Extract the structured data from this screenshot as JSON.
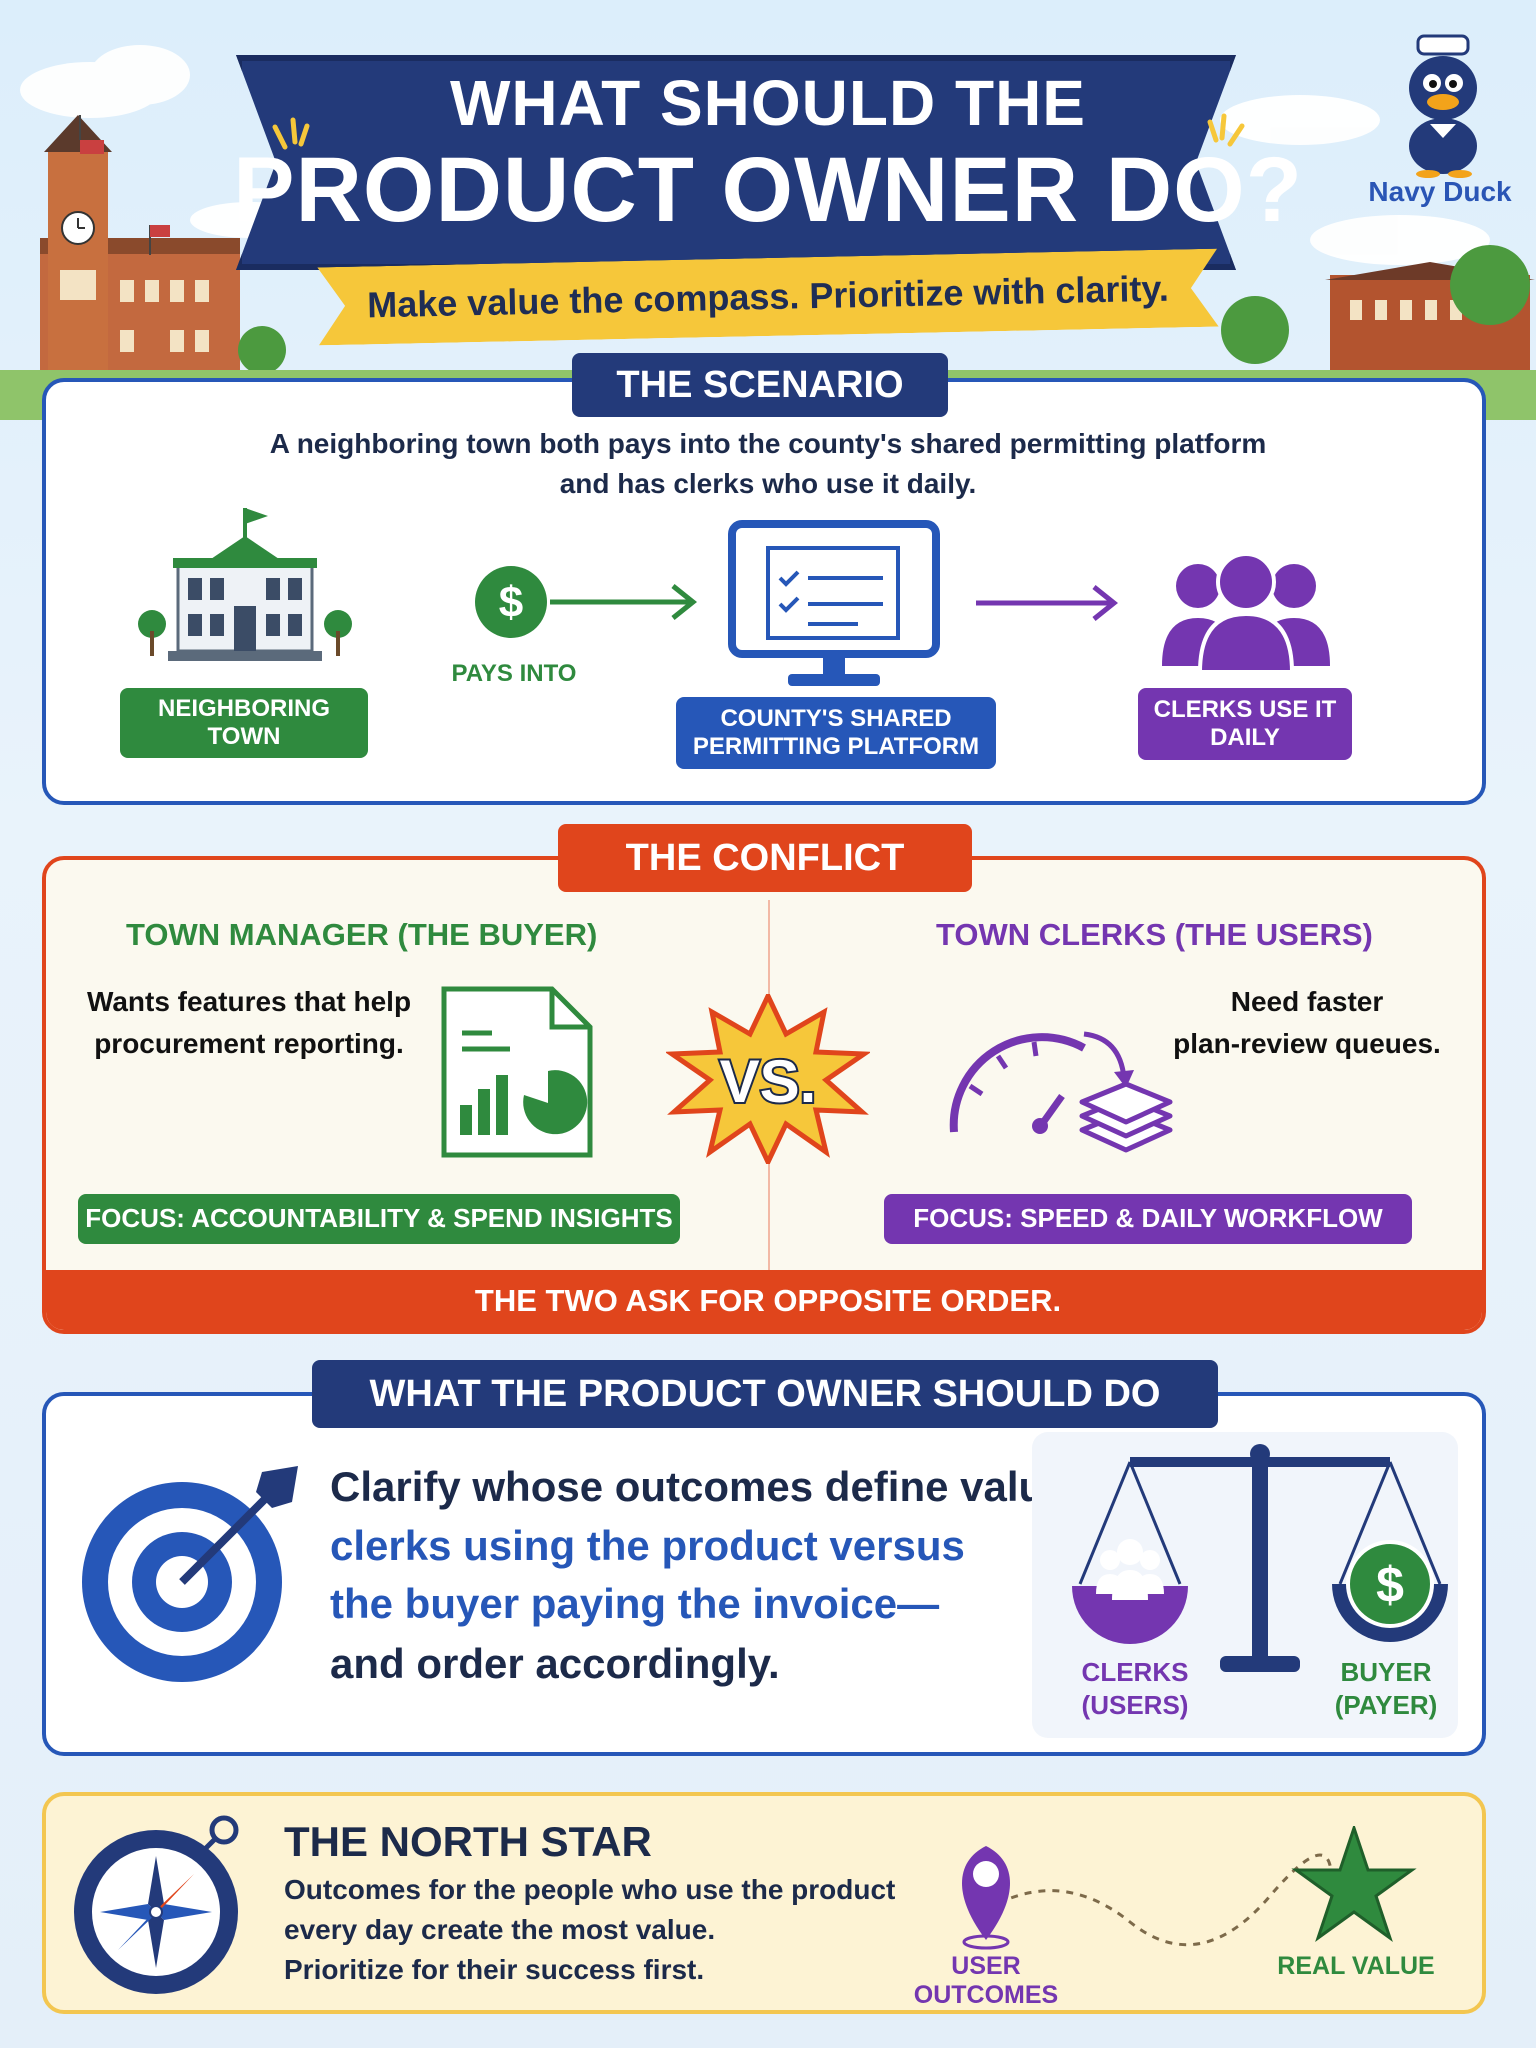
{
  "header": {
    "title_line1": "WHAT SHOULD THE",
    "title_line2": "PRODUCT OWNER DO?",
    "subtitle": "Make value the compass. Prioritize with clarity.",
    "brand": "Navy Duck"
  },
  "scenario": {
    "heading": "THE SCENARIO",
    "line1": "A neighboring town both pays into the county's shared permitting platform",
    "line2": "and has clerks who use it daily.",
    "town_label_1": "NEIGHBORING",
    "town_label_2": "TOWN",
    "pays_into": "PAYS INTO",
    "platform_label_1": "COUNTY'S SHARED",
    "platform_label_2": "PERMITTING PLATFORM",
    "clerks_label_1": "CLERKS USE IT",
    "clerks_label_2": "DAILY"
  },
  "conflict": {
    "heading": "THE CONFLICT",
    "buyer_heading": "TOWN MANAGER (THE BUYER)",
    "buyer_line1": "Wants features that help",
    "buyer_line2": "procurement reporting.",
    "buyer_focus": "FOCUS: ACCOUNTABILITY & SPEND INSIGHTS",
    "vs": "VS.",
    "users_heading": "TOWN CLERKS (THE USERS)",
    "users_line1": "Need faster",
    "users_line2": "plan-review queues.",
    "users_focus": "FOCUS: SPEED & DAILY WORKFLOW",
    "footer": "THE TWO ASK FOR OPPOSITE ORDER."
  },
  "action": {
    "heading": "WHAT THE PRODUCT OWNER SHOULD DO",
    "line1": "Clarify whose outcomes define value—",
    "line2": "clerks using the product versus",
    "line3": "the buyer paying the invoice—",
    "line4": "and order accordingly.",
    "scale_left_1": "CLERKS",
    "scale_left_2": "(USERS)",
    "scale_right_1": "BUYER",
    "scale_right_2": "(PAYER)"
  },
  "north_star": {
    "heading": "THE NORTH STAR",
    "line1": "Outcomes for the people who use the product",
    "line2": "every day create the most value.",
    "line3": "Prioritize for their success first.",
    "start_label": "USER OUTCOMES",
    "end_label": "REAL VALUE"
  },
  "colors": {
    "navy": "#233a7a",
    "blue": "#2657b8",
    "green": "#2f8a3e",
    "purple": "#7436b0",
    "conflict_red": "#e0451c",
    "yellow": "#f6c73a"
  },
  "icons": [
    "flag-icon",
    "clock-icon",
    "duck-mascot-icon",
    "town-hall-icon",
    "dollar-icon",
    "arrow-right-icon",
    "monitor-checklist-icon",
    "people-icon",
    "report-document-icon",
    "vs-burst-icon",
    "speedometer-icon",
    "stacked-layers-icon",
    "target-arrow-icon",
    "balance-scale-icon",
    "compass-icon",
    "map-pin-icon",
    "star-icon"
  ]
}
